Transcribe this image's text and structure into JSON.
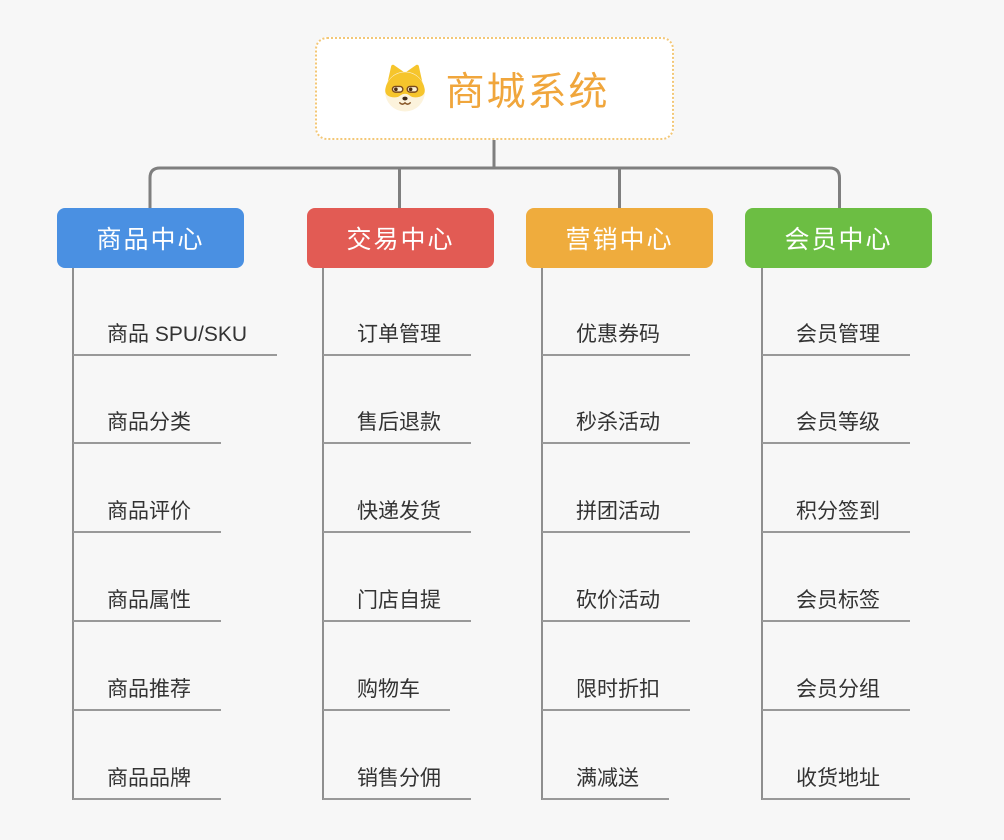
{
  "app": {
    "background_color": "#f7f7f7",
    "connector_color": "#7f7f7f",
    "leaf_line_color": "#8f8f8f",
    "underline_color": "#999999"
  },
  "root": {
    "title": "商城系统",
    "icon": "shiba-dog-icon",
    "text_color": "#f0a63c",
    "border_color": "#f3c776",
    "background": "#ffffff"
  },
  "branches": [
    {
      "label": "商品中心",
      "color": "#4a90e2",
      "children": [
        "商品 SPU/SKU",
        "商品分类",
        "商品评价",
        "商品属性",
        "商品推荐",
        "商品品牌"
      ]
    },
    {
      "label": "交易中心",
      "color": "#e25b54",
      "children": [
        "订单管理",
        "售后退款",
        "快递发货",
        "门店自提",
        "购物车",
        "销售分佣"
      ]
    },
    {
      "label": "营销中心",
      "color": "#efac3d",
      "children": [
        "优惠券码",
        "秒杀活动",
        "拼团活动",
        "砍价活动",
        "限时折扣",
        "满减送"
      ]
    },
    {
      "label": "会员中心",
      "color": "#6cbe43",
      "children": [
        "会员管理",
        "会员等级",
        "积分签到",
        "会员标签",
        "会员分组",
        "收货地址"
      ]
    }
  ]
}
